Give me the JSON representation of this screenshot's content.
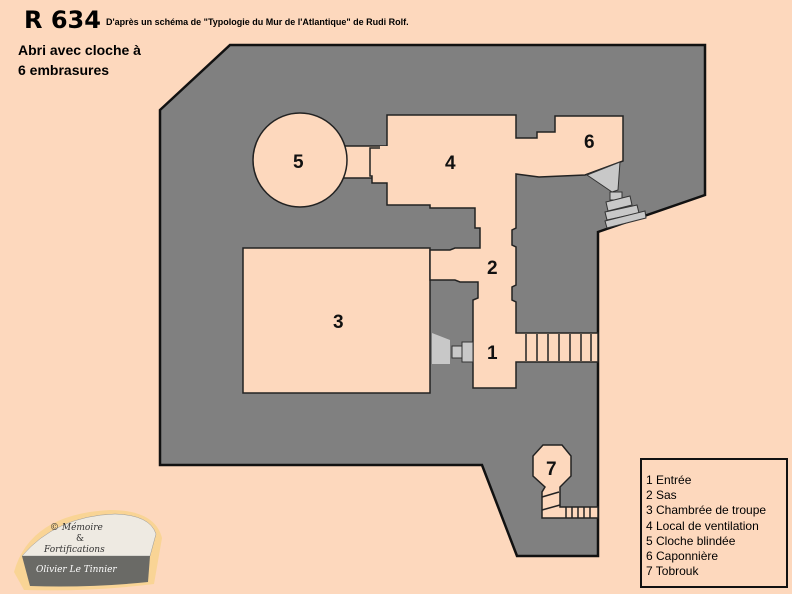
{
  "header": {
    "title": "R 634",
    "source": "D'après un schéma de \"Typologie du Mur de l'Atlantique\" de Rudi Rolf.",
    "subtitle_line1": "Abri avec cloche à",
    "subtitle_line2": "6 embrasures"
  },
  "rooms": {
    "r1": "1",
    "r2": "2",
    "r3": "3",
    "r4": "4",
    "r5": "5",
    "r6": "6",
    "r7": "7"
  },
  "legend": {
    "items": [
      "1 Entrée",
      "2  Sas",
      "3  Chambrée de troupe",
      "4  Local de ventilation",
      "5  Cloche blindée",
      "6  Caponnière",
      "7  Tobrouk"
    ]
  },
  "logo": {
    "line1": "© Mémoire",
    "line2": "&",
    "line3": "Fortifications",
    "line4": "Olivier Le Tinnier"
  },
  "colors": {
    "background": "#fdd8bd",
    "concrete": "#808080",
    "embrasure": "#c8c8c8"
  }
}
